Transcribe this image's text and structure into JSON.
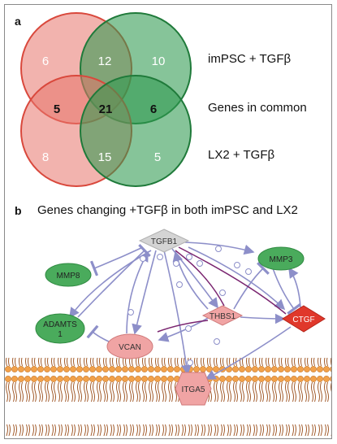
{
  "panel_a": {
    "letter": "a",
    "counts": {
      "left_top_only": "6",
      "top_pair_overlap": "12",
      "right_top_only": "10",
      "left_pair_overlap": "5",
      "center": "21",
      "right_pair_overlap": "6",
      "left_bottom_only": "8",
      "bottom_pair_overlap": "15",
      "right_bottom_only": "5"
    },
    "legend": {
      "top": "imPSC + TGFβ",
      "middle": "Genes in common",
      "bottom": "LX2 + TGFβ"
    },
    "colors": {
      "red": "#e8756b",
      "green": "#2e9a4f"
    }
  },
  "panel_b": {
    "letter": "b",
    "title": "Genes changing +TGFβ in both imPSC and LX2",
    "nodes": {
      "tgfb1": "TGFB1",
      "mmp8": "MMP8",
      "mmp3": "MMP3",
      "adamts1_line1": "ADAMTS",
      "adamts1_line2": "1",
      "thbs1": "THBS1",
      "ctgf": "CTGF",
      "vcan": "VCAN",
      "itga5": "ITGA5"
    },
    "colors": {
      "edge": "#8d8fc9",
      "edge_purple": "#7a2570",
      "membrane": "#f2a14a",
      "node_green": "#4aab5c",
      "node_pink": "#f0a4a4",
      "node_red": "#e0382b",
      "node_gray": "#d4d4d4"
    }
  }
}
